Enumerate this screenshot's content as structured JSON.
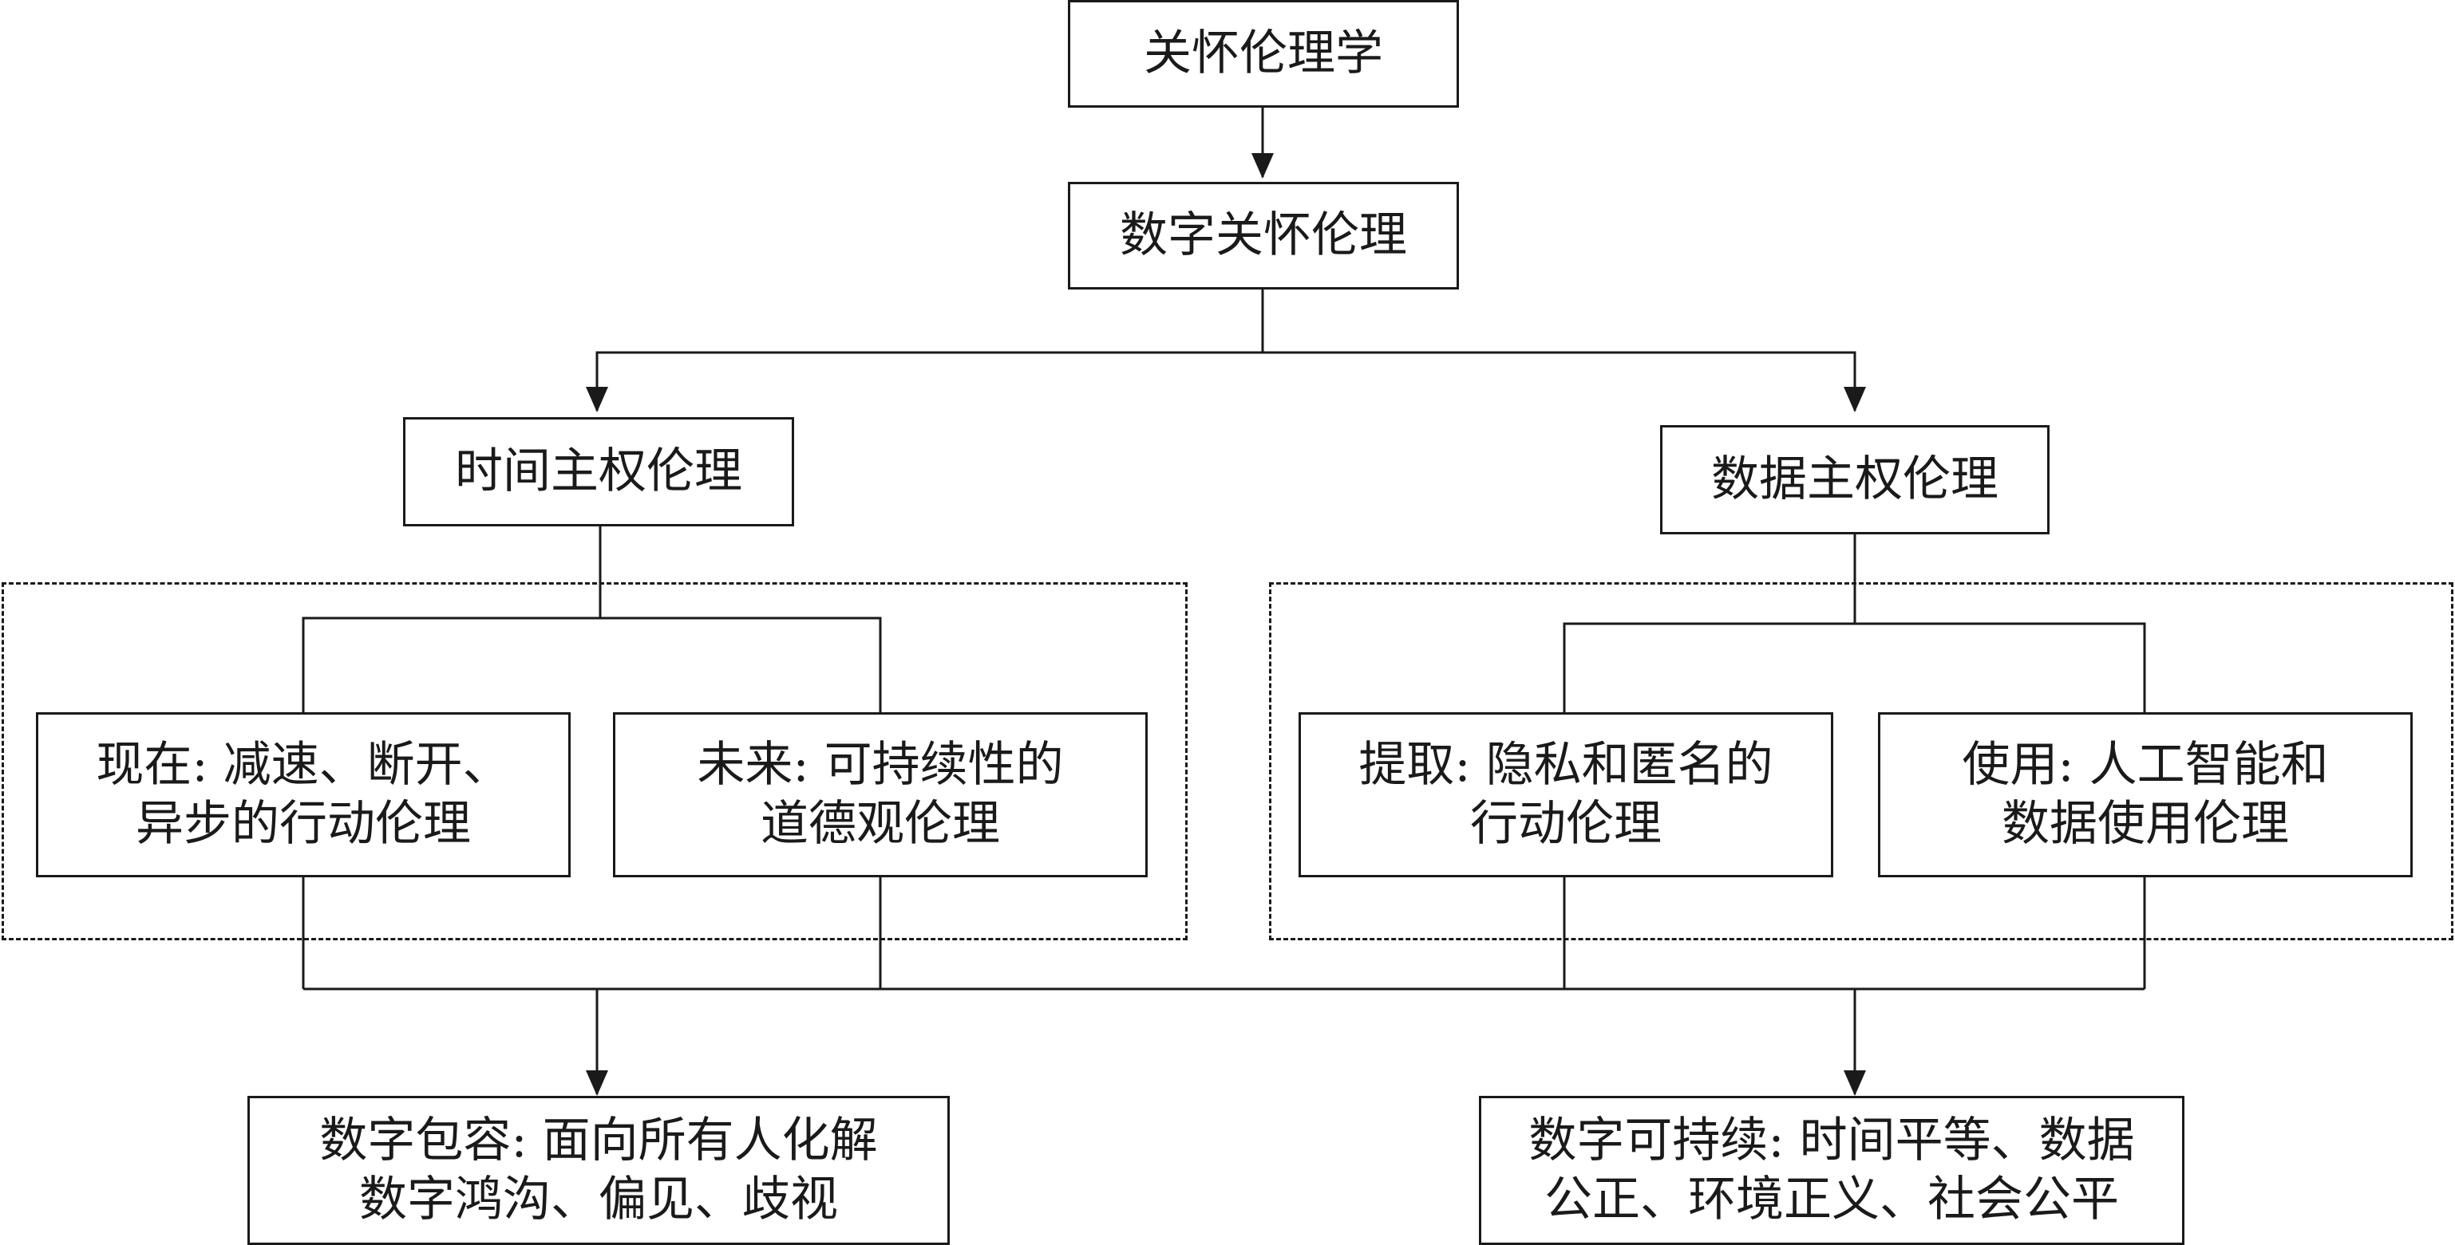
{
  "nodes": {
    "root": "关怀伦理学",
    "digital_care_ethics": "数字关怀伦理",
    "temporal_sovereignty": "时间主权伦理",
    "data_sovereignty": "数据主权伦理",
    "present": "现在: 减速、断开、\n异步的行动伦理",
    "future": "未来: 可持续性的\n道德观伦理",
    "extraction": "提取: 隐私和匿名的\n行动伦理",
    "use": "使用: 人工智能和\n数据使用伦理",
    "digital_inclusion": "数字包容: 面向所有人化解\n数字鸿沟、偏见、歧视",
    "digital_sustainability": "数字可持续: 时间平等、数据\n公正、环境正义、社会公平"
  },
  "style": {
    "line_color": "#1a1a1a",
    "box_border": "#1a1a1a",
    "background": "#ffffff"
  }
}
